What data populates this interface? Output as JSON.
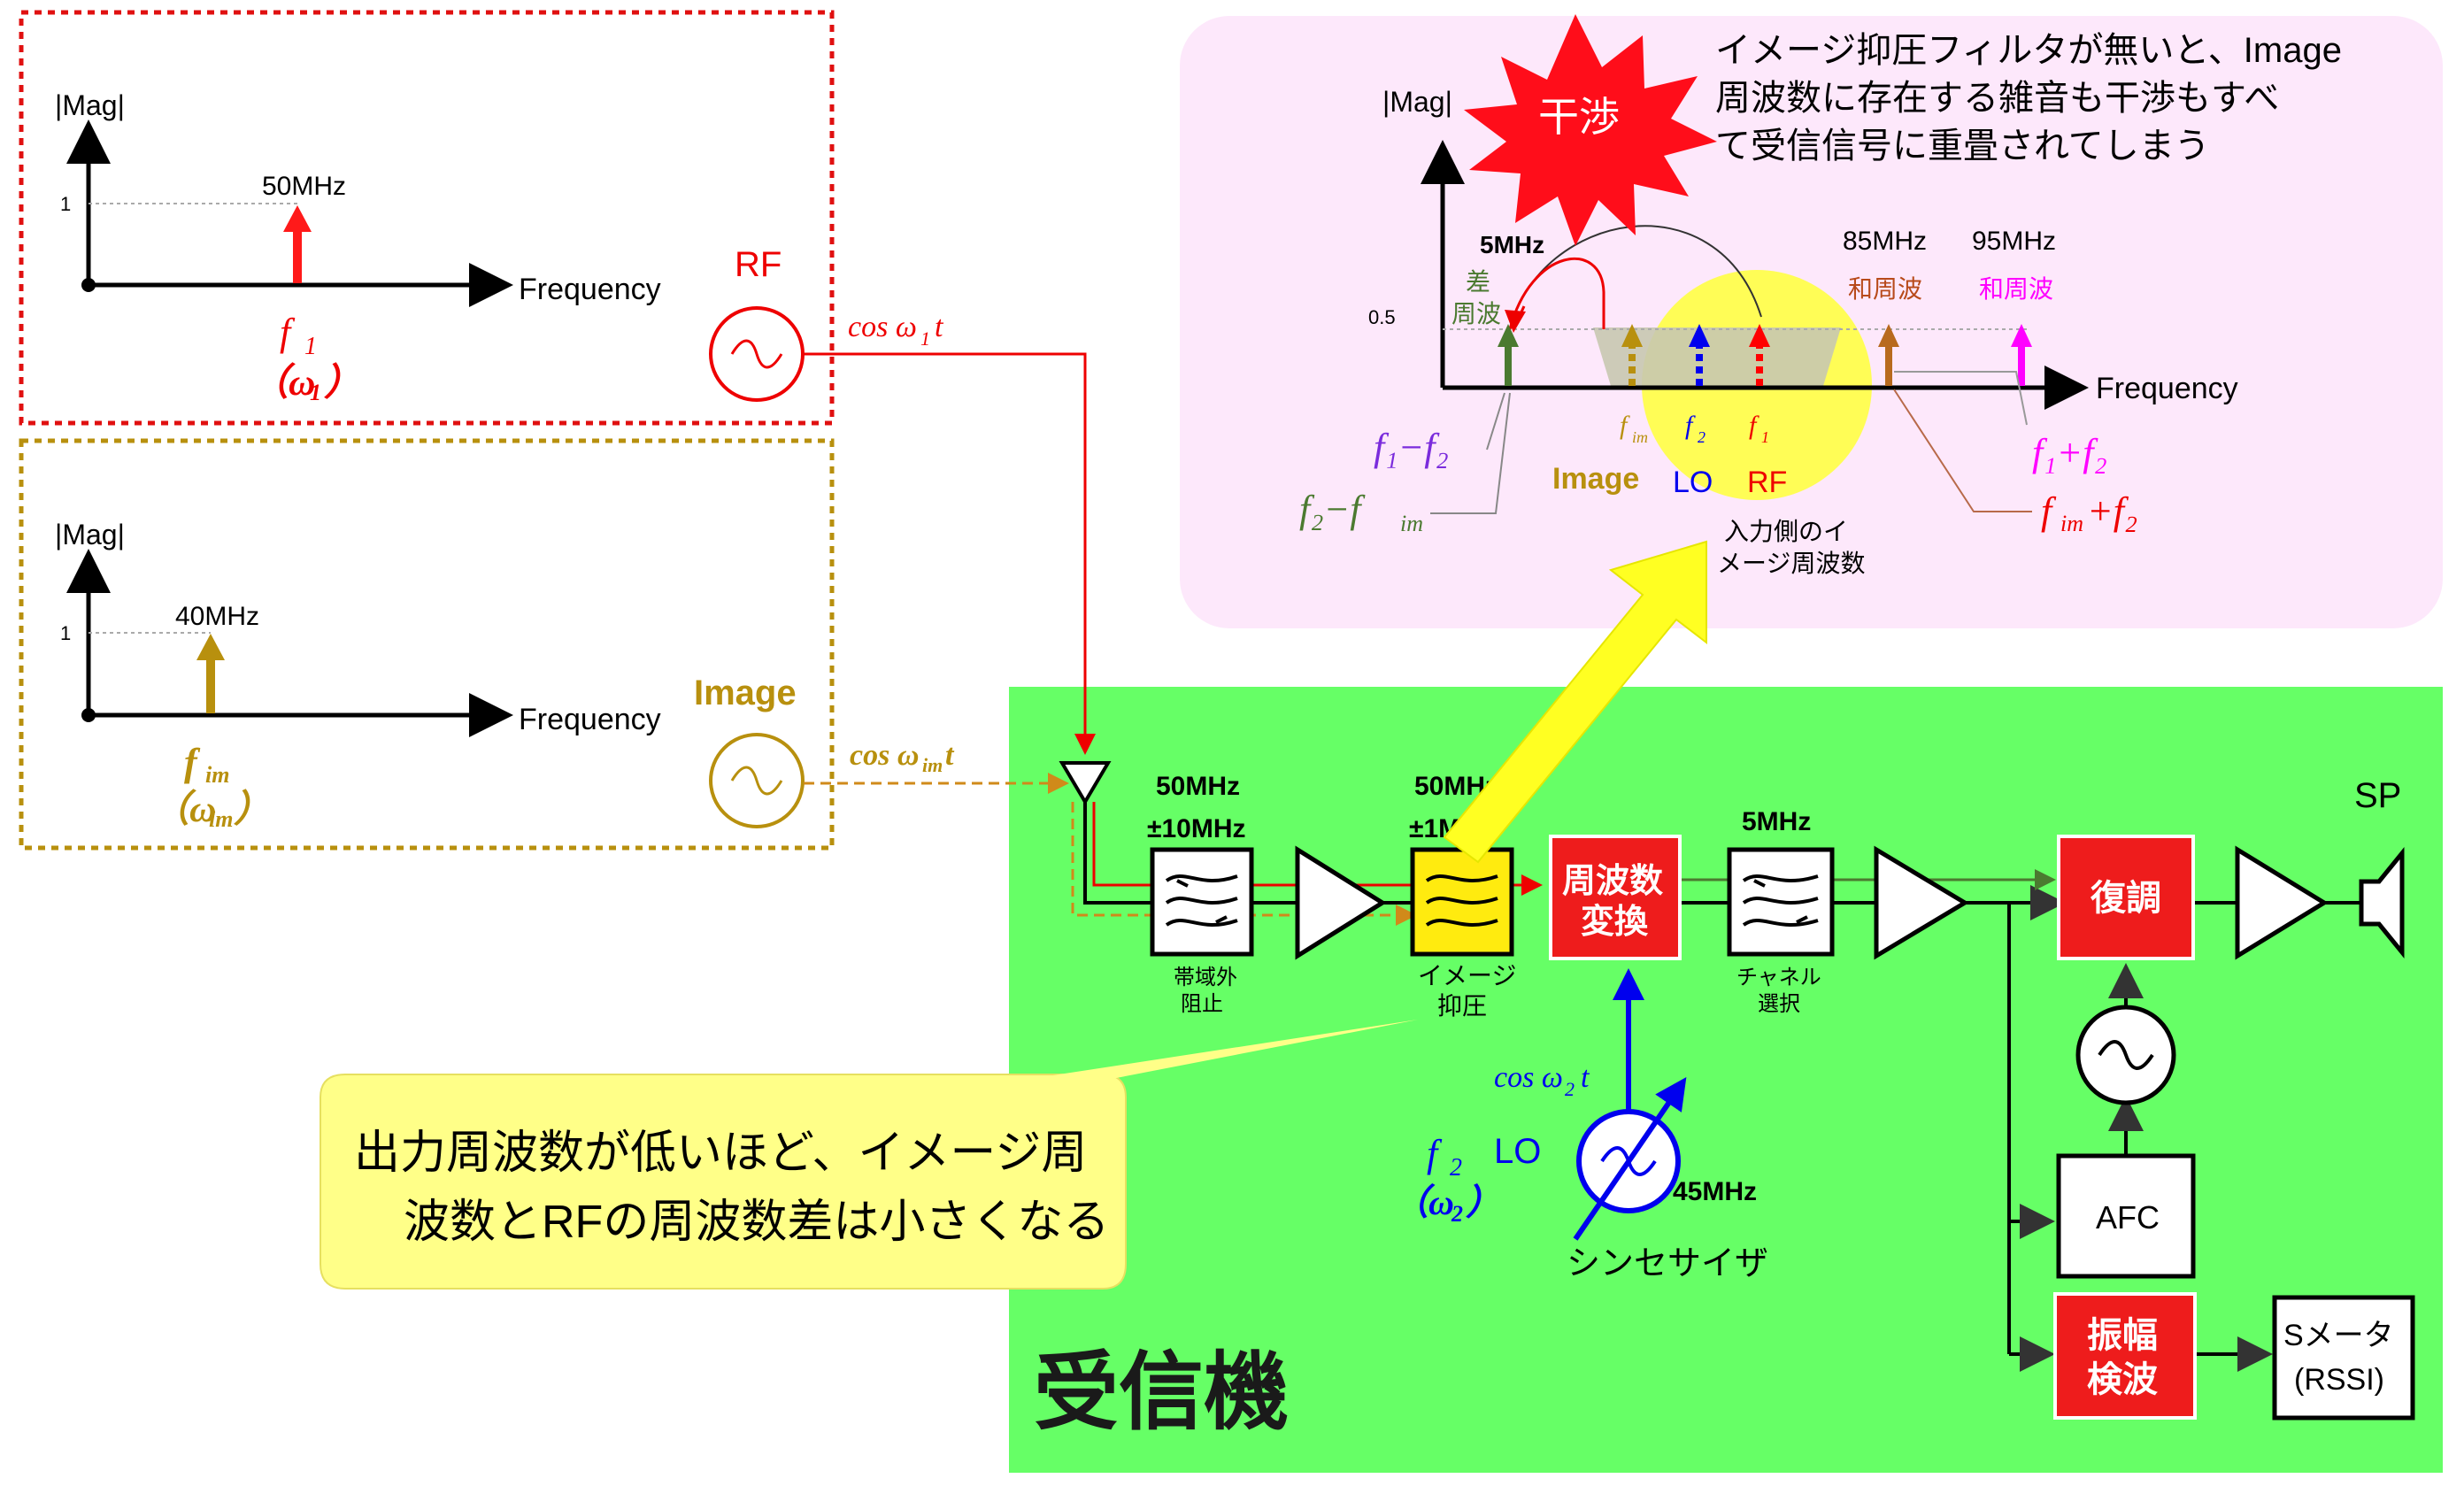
{
  "top_panel": {
    "ylabel": "|Mag|",
    "tick_1": "1",
    "xlabel": "Frequency",
    "peak_label": "50MHz",
    "f_label": "f",
    "f_sub": "1",
    "omega_label": "（ω",
    "omega_sub": "1",
    "omega_close": "）",
    "source_label": "RF",
    "signal": "cos ω",
    "signal_sub": "1",
    "signal_t": "t"
  },
  "image_panel": {
    "ylabel": "|Mag|",
    "tick_1": "1",
    "xlabel": "Frequency",
    "peak_label": "40MHz",
    "f_label": "f",
    "f_sub": "im",
    "omega_label": "（ω",
    "omega_sub": "im",
    "omega_close": "）",
    "source_label": "Image",
    "signal": "cos ω",
    "signal_sub": "im",
    "signal_t": "t"
  },
  "spectrum": {
    "ylabel": "|Mag|",
    "xlabel": "Frequency",
    "tick_05": "0.5",
    "interference": "干渉",
    "note_lines": [
      "イメージ抑圧フィルタが無いと、Image",
      "周波数に存在する雑音も干渉もすべ",
      "て受信信号に重畳されてしまう"
    ],
    "diff_freq": "5MHz",
    "diff_label_1": "差",
    "diff_label_2": "周波",
    "sum1_freq": "85MHz",
    "sum1_label": "和周波",
    "sum2_freq": "95MHz",
    "sum2_label": "和周波",
    "fim_tick": "f",
    "fim_tick_sub": "im",
    "f2_tick": "f",
    "f2_tick_sub": "2",
    "f1_tick": "f",
    "f1_tick_sub": "1",
    "image_word": "Image",
    "lo_word": "LO",
    "rf_word": "RF",
    "f1_minus_f2": "f₁−f₂",
    "f2_minus_fim": "f₂−f",
    "f2_minus_fim_sub": "im",
    "f1_plus_f2": "f₁+f₂",
    "fim_plus_f2_a": "f",
    "fim_plus_f2_sub": "im",
    "fim_plus_f2_b": "+f₂",
    "input_image_note_1": "入力側のイ",
    "input_image_note_2": "メージ周波数"
  },
  "receiver": {
    "title": "受信機",
    "bpf1_freq_1": "50MHz",
    "bpf1_freq_2": "±10MHz",
    "bpf1_label_1": "帯域外",
    "bpf1_label_2": "阻止",
    "img_filter_freq_1": "50MHz",
    "img_filter_freq_2": "±1MHz",
    "img_filter_label_1": "イメージ",
    "img_filter_label_2": "抑圧",
    "mixer_1": "周波数",
    "mixer_2": "変換",
    "ch_filter_freq": "5MHz",
    "ch_filter_label_1": "チャネル",
    "ch_filter_label_2": "選択",
    "demod": "復調",
    "sp": "SP",
    "afc": "AFC",
    "amp_detect_1": "振幅",
    "amp_detect_2": "検波",
    "smeter_1": "Sメータ",
    "smeter_2": "(RSSI)",
    "lo_signal": "cos ω",
    "lo_signal_sub": "2",
    "lo_signal_t": "t",
    "lo_f": "f",
    "lo_f_sub": "2",
    "lo_word": "LO",
    "lo_omega": "（ω",
    "lo_omega_sub": "2",
    "lo_omega_close": "）",
    "lo_freq": "45MHz",
    "synth_label": "シンセサイザ"
  },
  "callout": {
    "line_1": "出力周波数が低いほど、イメージ周",
    "line_2": "波数とRFの周波数差は小さくなる"
  },
  "colors": {
    "rf": "#ee0000",
    "image": "#b8900e",
    "lo": "#0000ee",
    "receiver_bg": "#66ff66",
    "spectrum_bg": "#fde8fb",
    "block_red": "#ee1c1c",
    "diff_green": "#4b7a30",
    "sum_brown": "#b86a1e",
    "sum_magenta": "#ff00ff",
    "callout_bg": "#ffff88"
  }
}
